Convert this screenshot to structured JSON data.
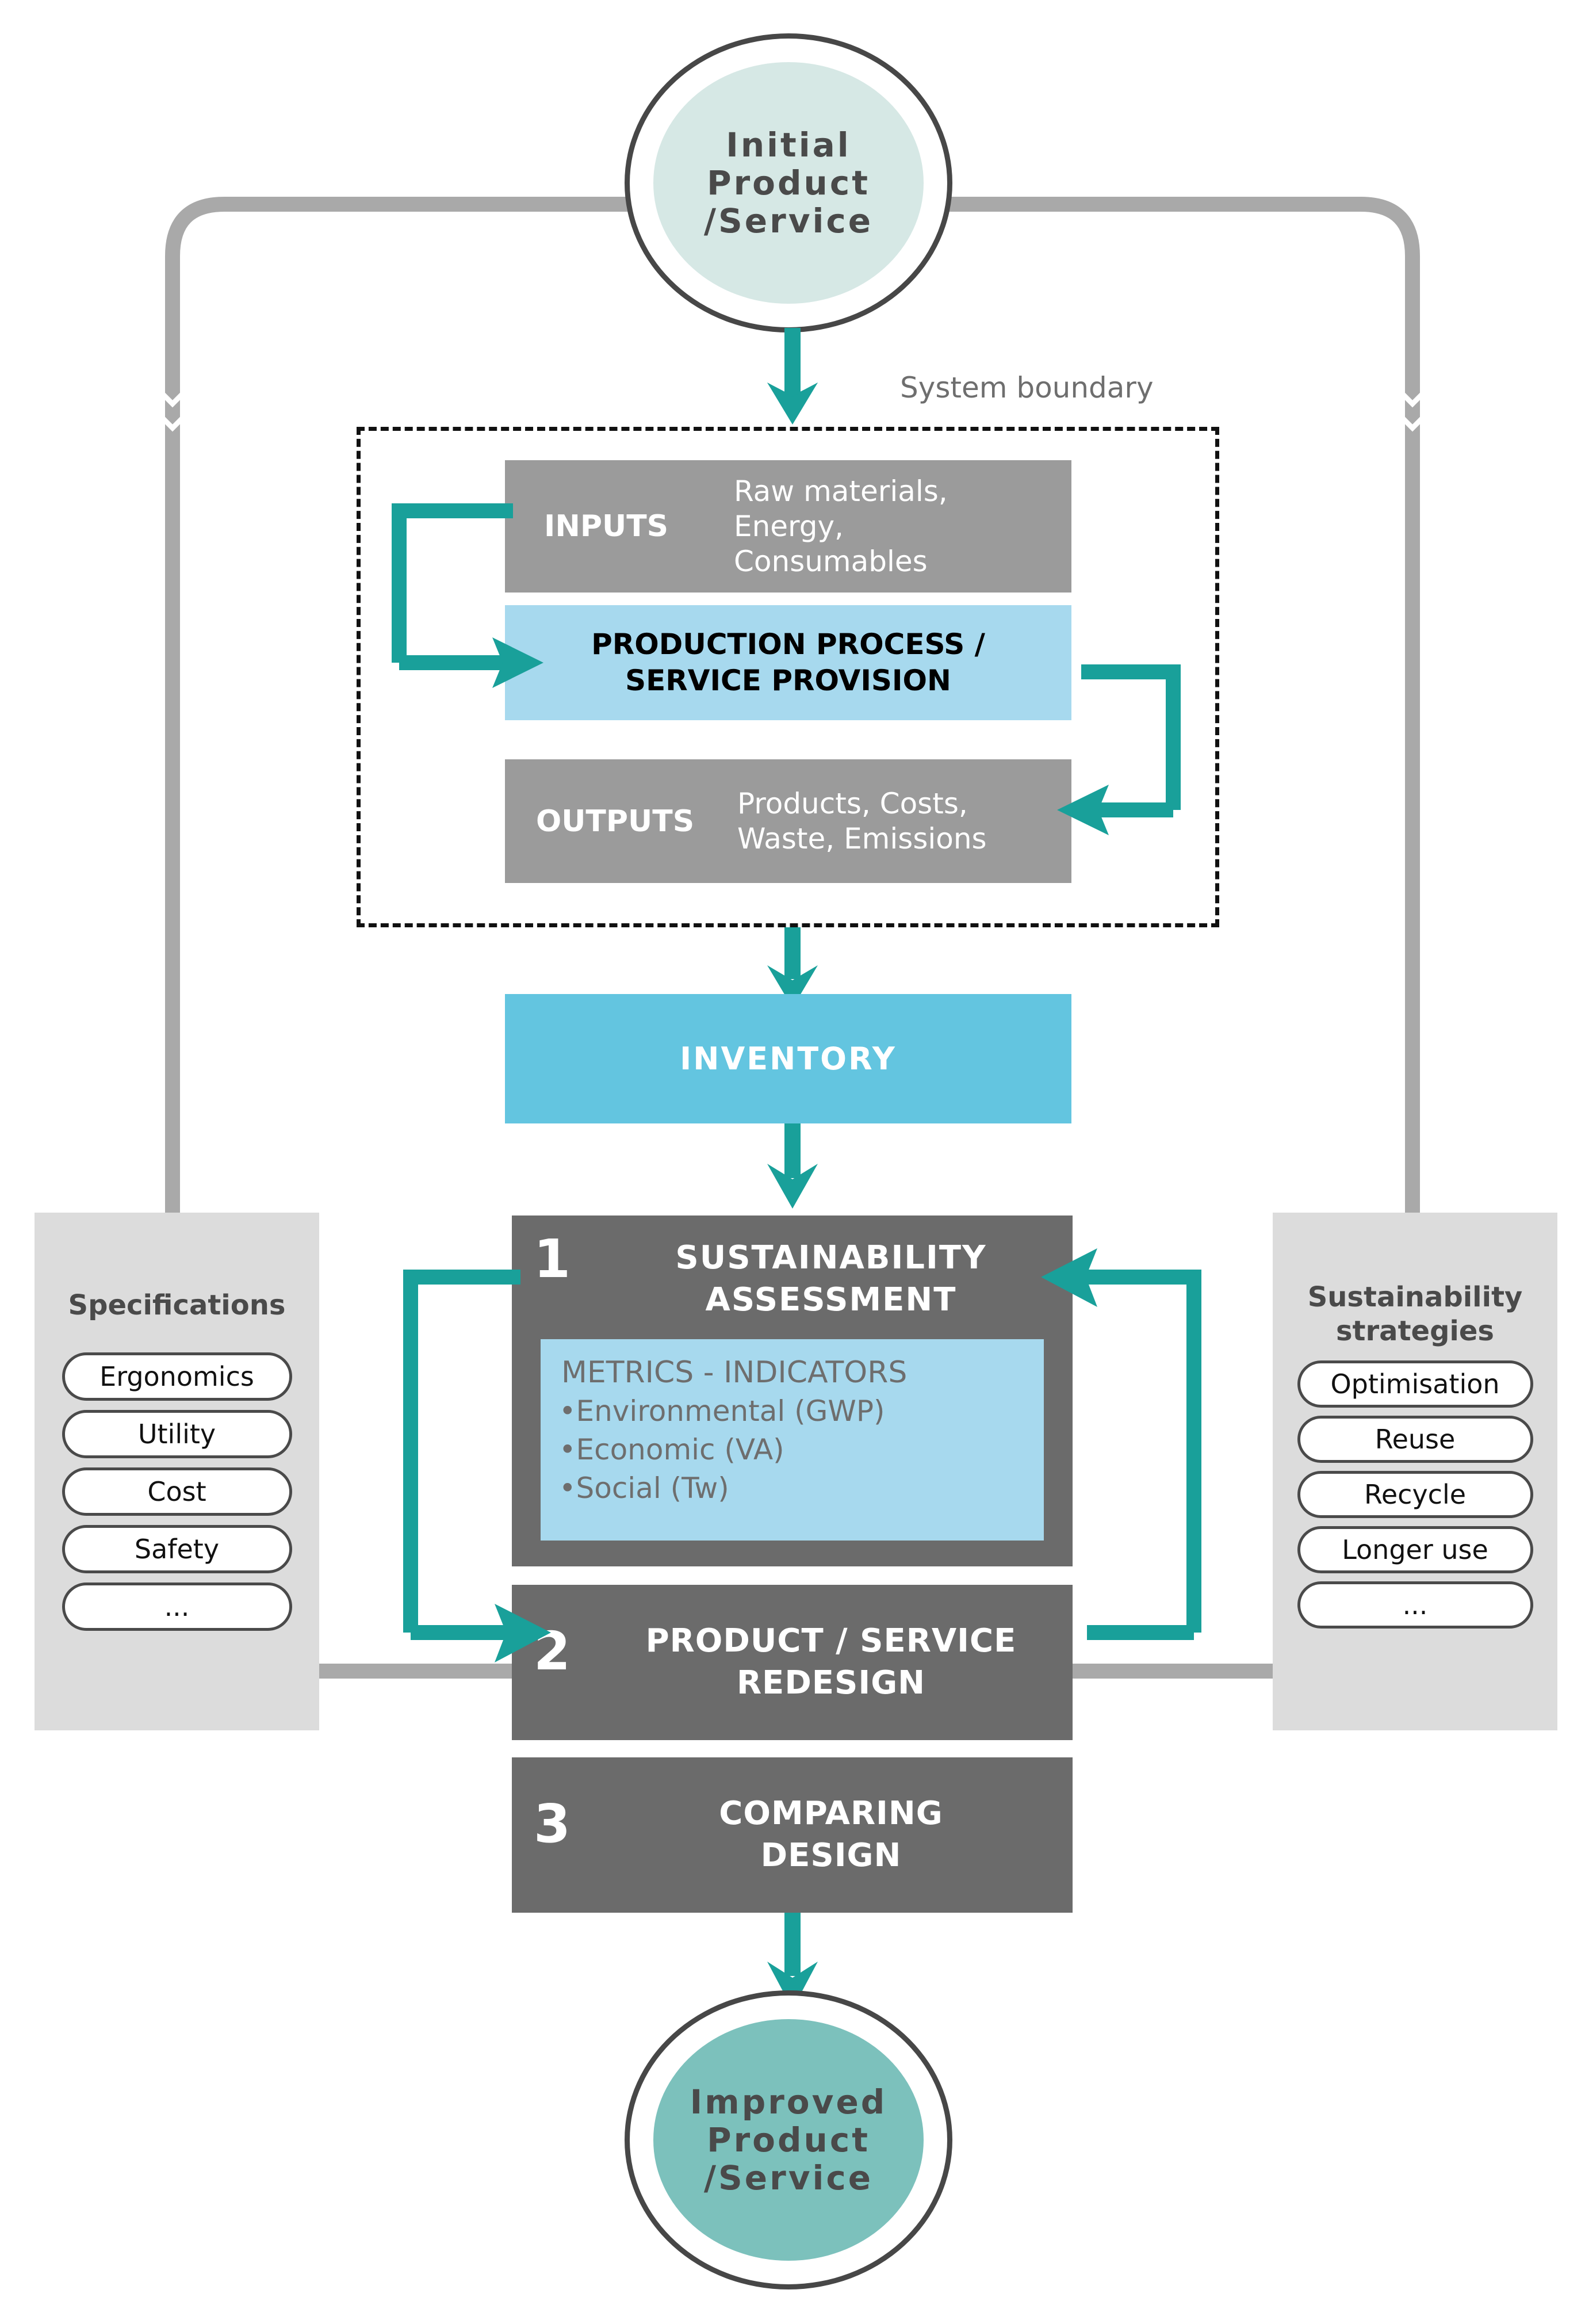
{
  "diagram": {
    "title_note": "System boundary",
    "start_node": {
      "line1": "Initial",
      "line2": "Product",
      "line3": "/Service"
    },
    "end_node": {
      "line1": "Improved",
      "line2": "Product",
      "line3": "/Service"
    },
    "system_boundary": {
      "label": "System boundary",
      "inputs": {
        "label": "INPUTS",
        "detail_line1": "Raw materials,",
        "detail_line2": "Energy,",
        "detail_line3": "Consumables"
      },
      "process": {
        "line1": "PRODUCTION PROCESS /",
        "line2": "SERVICE PROVISION"
      },
      "outputs": {
        "label": "OUTPUTS",
        "detail_line1": "Products, Costs,",
        "detail_line2": "Waste, Emissions"
      }
    },
    "inventory": {
      "label": "INVENTORY"
    },
    "steps": [
      {
        "number": "1",
        "line1": "SUSTAINABILITY",
        "line2": "ASSESSMENT"
      },
      {
        "number": "2",
        "line1": "PRODUCT / SERVICE",
        "line2": "REDESIGN"
      },
      {
        "number": "3",
        "line1": "COMPARING",
        "line2": "DESIGN"
      }
    ],
    "metrics": {
      "heading": "METRICS -  INDICATORS",
      "items": [
        "•Environmental (GWP)",
        "•Economic (VA)",
        "•Social (Tw)"
      ]
    },
    "left_sidebar": {
      "title_line1": "Specifications",
      "title_line2": "",
      "items": [
        "Ergonomics",
        "Utility",
        "Cost",
        "Safety",
        "..."
      ]
    },
    "right_sidebar": {
      "title_line1": "Sustainability",
      "title_line2": "strategies",
      "items": [
        "Optimisation",
        "Reuse",
        "Recycle",
        "Longer use",
        "..."
      ]
    },
    "colors": {
      "teal": "#19a09a",
      "light_blue": "#a7d9ee",
      "inventory_blue": "#63c5e0",
      "dark_grey": "#6b6b6b",
      "mid_grey": "#9b9b9b",
      "line_grey": "#a9a9a9",
      "sidebar_grey": "#dcdcdc",
      "start_fill": "#d6e8e5",
      "end_fill": "#7cc1bc",
      "outline": "#474747"
    }
  }
}
